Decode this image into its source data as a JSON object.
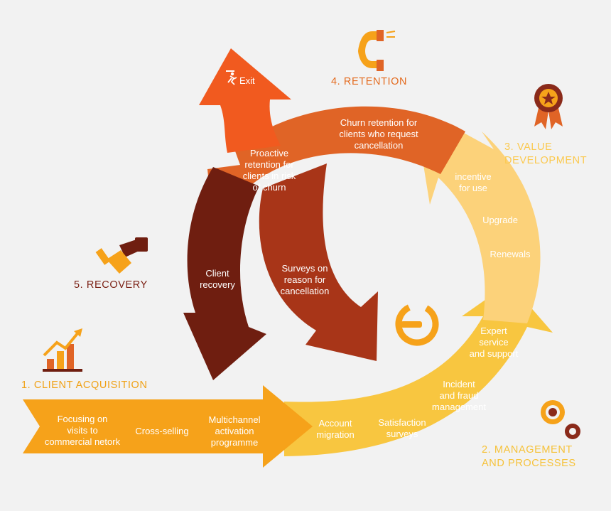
{
  "colors": {
    "background": "#f2f2f2",
    "acquisition": "#f6a21a",
    "management": "#f8c640",
    "value_development": "#fcd27a",
    "retention": "#e06426",
    "exit": "#f15a1f",
    "recovery_dark": "#6f1e10",
    "recovery_mid": "#a83518"
  },
  "stages": {
    "acquisition": {
      "heading": "1. CLIENT ACQUISITION",
      "color": "#f0a115",
      "icon": "growth-chart-icon"
    },
    "management": {
      "heading": "2. MANAGEMENT\nAND PROCESSES",
      "color": "#f6c23a",
      "icon": "gears-icon"
    },
    "value_development": {
      "heading": "3. VALUE\nDEVELOPMENT",
      "color": "#fbc94f",
      "icon": "award-badge-icon"
    },
    "retention": {
      "heading": "4. RETENTION",
      "color": "#e46b1f",
      "icon": "magnet-icon"
    },
    "recovery": {
      "heading": "5. RECOVERY",
      "color": "#7a1e12",
      "icon": "handshake-icon"
    }
  },
  "labels": {
    "focusing_visits": "Focusing on\nvisits to\ncommercial netork",
    "cross_selling": "Cross-selling",
    "multichannel": "Multichannel\nactivation\nprogramme",
    "account_migration": "Account\nmigration",
    "satisfaction_surveys": "Satisfaction\nsurveys",
    "incident_fraud": "Incident\nand fraud\nmanagement",
    "expert_service": "Expert\nservice\nand support",
    "renewals": "Renewals",
    "upgrade": "Upgrade",
    "incentive": "incentive\nfor use",
    "churn_retention": "Churn retention for\nclients who request\ncancellation",
    "proactive_retention": "Proactive\nretention for\nclients in risk\nof churn",
    "exit": "Exit",
    "client_recovery": "Client\nrecovery",
    "surveys_cancellation": "Surveys on\nreason for\ncancellation"
  },
  "icons": {
    "center": "power-off-icon",
    "exit": "running-person-icon"
  }
}
